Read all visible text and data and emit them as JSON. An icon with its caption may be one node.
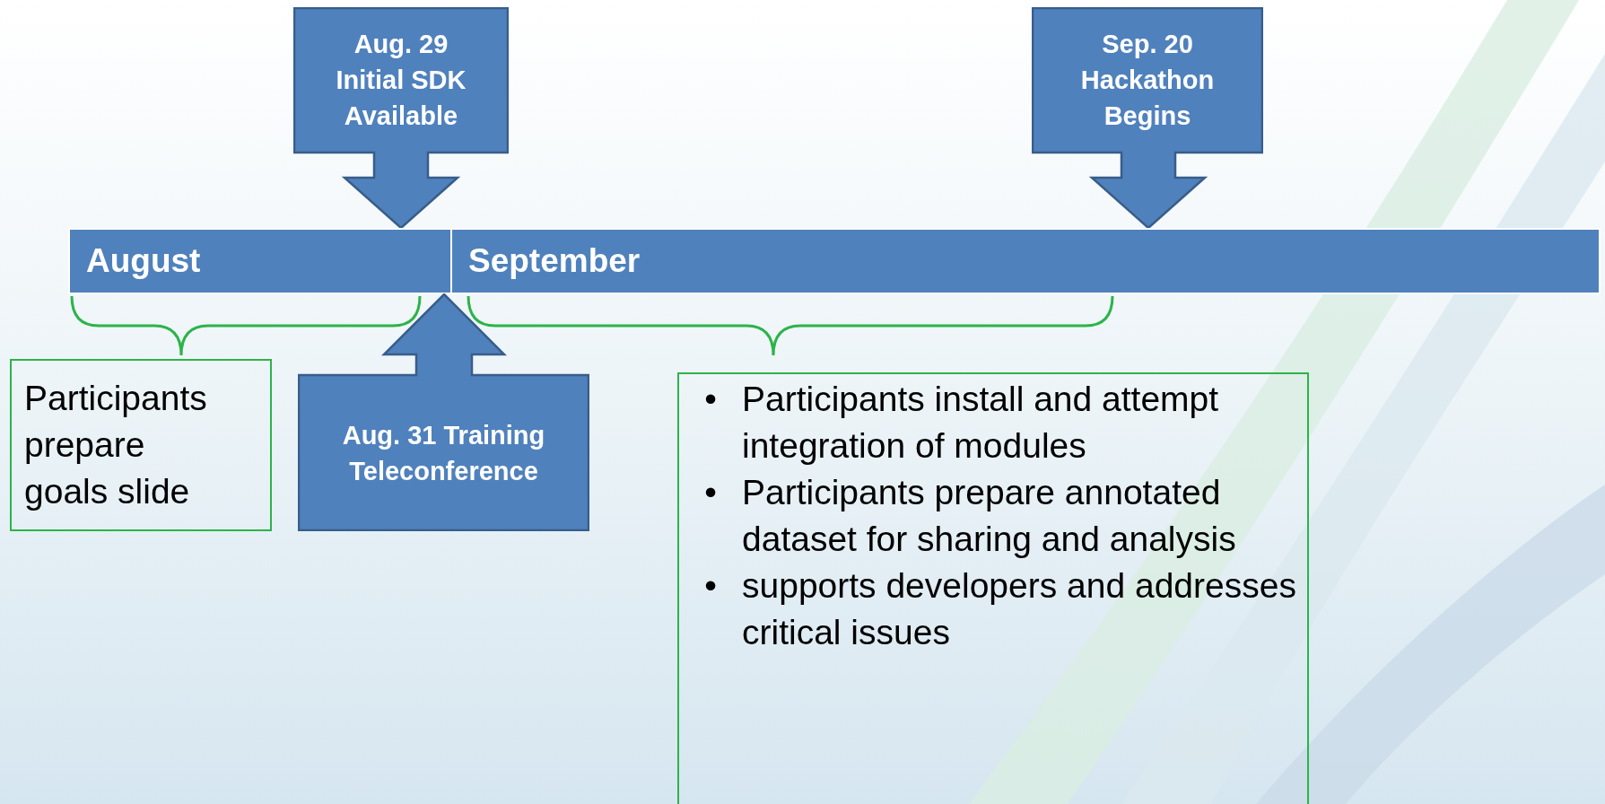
{
  "diagram": {
    "nodes": [
      {
        "text": [
          "Aug. 29 Initial SDK Available"
        ]
      },
      {
        "text": [
          "Sep. 20 Hackathon Begins"
        ]
      },
      {
        "text": [
          "August"
        ]
      },
      {
        "text": [
          "September"
        ]
      },
      {
        "text": [
          "Aug. 31 Training Teleconference"
        ]
      },
      {
        "text": [
          "Participants prepare goals slide"
        ]
      },
      {
        "text": [
          "Participants install and attempt integration of modules",
          "Participants prepare annotated dataset for sharing and analysis",
          "supports developers and addresses critical issues"
        ]
      }
    ],
    "labels": [
      "•",
      "•",
      "•"
    ]
  }
}
